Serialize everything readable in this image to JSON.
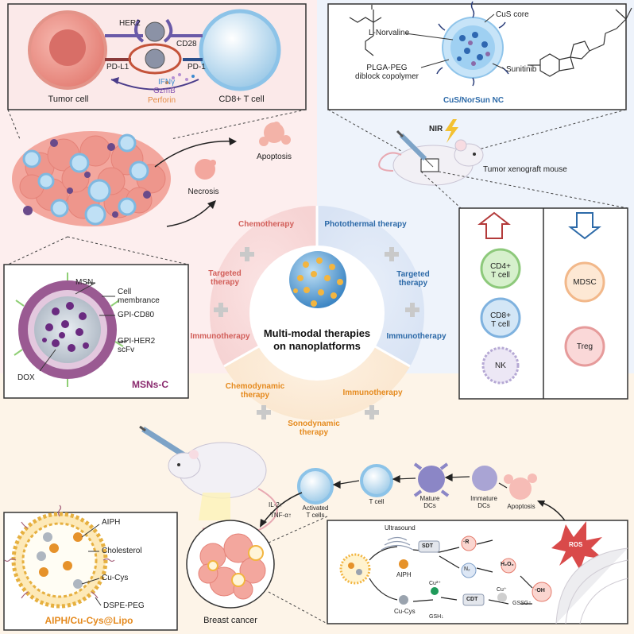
{
  "center": {
    "line1": "Multi-modal therapies",
    "line2": "on nanoplatforms"
  },
  "sectors": {
    "pink": {
      "chemo": "Chemotherapy",
      "targeted_line1": "Targeted",
      "targeted_line2": "therapy",
      "immuno": "Immunotherapy"
    },
    "blue": {
      "photothermal": "Photothermal therapy",
      "targeted_line1": "Targeted",
      "targeted_line2": "therapy",
      "immuno": "Immunotherapy"
    },
    "orange": {
      "chemodynamic_line1": "Chemodynamic",
      "chemodynamic_line2": "therapy",
      "immuno": "Immunotherapy",
      "sono_line1": "Sonodynamic",
      "sono_line2": "therapy"
    }
  },
  "top_left": {
    "her2": "HER2",
    "cd28": "CD28",
    "pdl1": "PD-L1",
    "pd1": "PD-1",
    "ifn": "IFNγ",
    "gzmb": "GzmB",
    "perforin": "Perforin",
    "tumor_cell": "Tumor cell",
    "cd8_cell": "CD8+ T cell",
    "apoptosis": "Apoptosis",
    "necrosis": "Necrosis"
  },
  "msn_box": {
    "msn": "MSN",
    "membrane_line1": "Cell",
    "membrane_line2": "membrance",
    "gpi_cd80": "GPI-CD80",
    "gpi_her2_line1": "GPI-HER2",
    "gpi_her2_line2": "scFv",
    "dox": "DOX",
    "title": "MSNs-C"
  },
  "top_right": {
    "novaline": "L-Norvaline",
    "cus_core": "CuS core",
    "plga_line1": "PLGA-PEG",
    "plga_line2": "diblock copolymer",
    "sunitinib": "Sunitinib",
    "title": "CuS/NorSun NC",
    "nir": "NIR",
    "mouse": "Tumor xenograft mouse"
  },
  "immune_box": {
    "cd4_line1": "CD4+",
    "cd4_line2": "T cell",
    "cd8_line1": "CD8+",
    "cd8_line2": "T cell",
    "nk": "NK",
    "mdsc": "MDSC",
    "treg": "Treg"
  },
  "bottom": {
    "tcell": "T cell",
    "mature_line1": "Mature",
    "mature_line2": "DCs",
    "immature_line1": "Immature",
    "immature_line2": "DCs",
    "apoptosis": "Apoptosis",
    "activated_line1": "Activated",
    "activated_line2": "T cells",
    "il2": "IL-2↑",
    "tnf": "TNF-α↑",
    "breast_cancer": "Breast cancer",
    "ultrasound": "Ultrasound",
    "sdt": "SDT",
    "aiph": "AIPH",
    "r_rad": "·R",
    "n2": "N₂",
    "h2o2": "H₂O₂",
    "oh": "·OH",
    "ros": "ROS",
    "cu2": "Cu²⁺",
    "cdt": "CDT",
    "cu1": "Cu⁺",
    "cucys": "Cu-Cys",
    "gsh": "GSH↓",
    "gssg": "GSSG↑"
  },
  "lipo_box": {
    "aiph": "AIPH",
    "cholesterol": "Cholesterol",
    "cucys": "Cu-Cys",
    "dspe": "DSPE-PEG",
    "title": "AIPH/Cu-Cys@Lipo"
  }
}
